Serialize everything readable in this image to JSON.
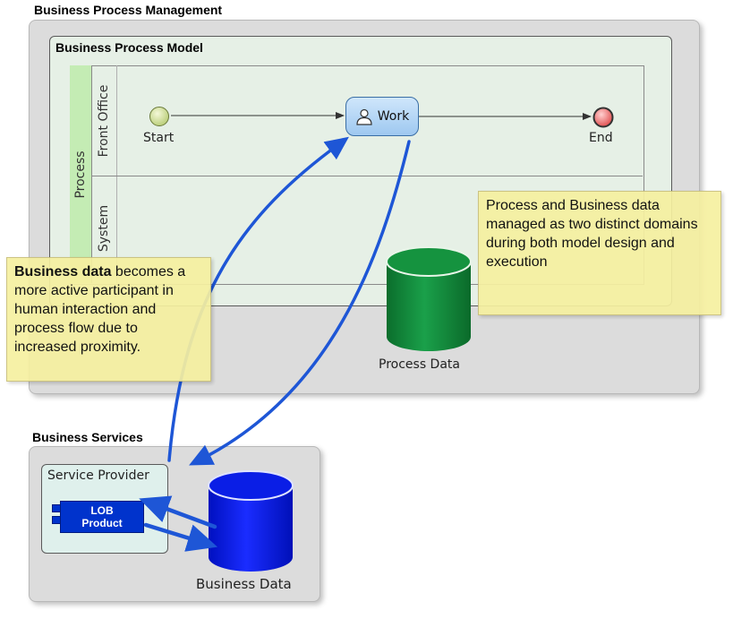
{
  "bpm": {
    "title": "Business Process Management"
  },
  "model": {
    "title": "Business Process Model",
    "pool_label": "Process",
    "lanes": [
      "Front Office",
      "System"
    ],
    "start_label": "Start",
    "task_label": "Work",
    "end_label": "End"
  },
  "process_data": {
    "label": "Process Data",
    "color": "#138a3a"
  },
  "notes": {
    "left_bold": "Business data",
    "left_rest": " becomes a more active participant in human interaction and process flow due to increased proximity.",
    "right": "Process and Business data managed as two distinct domains during both model design and execution"
  },
  "services": {
    "title": "Business Services",
    "provider_label": "Service Provider",
    "component_label": "LOB Product",
    "business_data_label": "Business Data",
    "business_data_color": "#0a1ee6"
  },
  "arrow_color": "#1e56d6"
}
